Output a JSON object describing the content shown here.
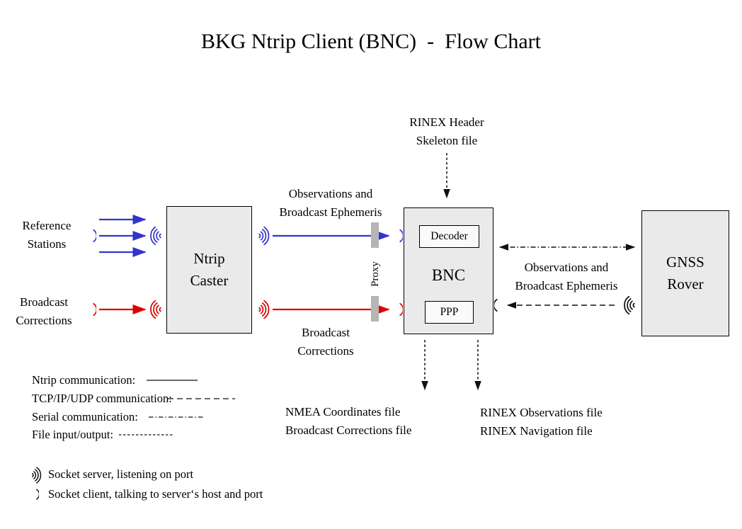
{
  "title": "BKG Ntrip Client (BNC)  -  Flow Chart",
  "boxes": {
    "ntrip_caster": {
      "lines": [
        "Ntrip",
        "Caster"
      ]
    },
    "bnc": {
      "label": "BNC",
      "decoder": "Decoder",
      "ppp": "PPP"
    },
    "gnss_rover": {
      "lines": [
        "GNSS",
        "Rover"
      ]
    }
  },
  "labels": {
    "reference_stations": [
      "Reference",
      "Stations"
    ],
    "broadcast_corrections_left": [
      "Broadcast",
      "Corrections"
    ],
    "observations_ephemeris_top": [
      "Observations and",
      "Broadcast Ephemeris"
    ],
    "broadcast_corrections_mid": [
      "Broadcast",
      "Corrections"
    ],
    "rinex_header_skeleton": [
      "RINEX Header",
      "Skeleton file"
    ],
    "observations_ephemeris_right": [
      "Observations and",
      "Broadcast Ephemeris"
    ],
    "proxy": "Proxy",
    "nmea_files": [
      "NMEA Coordinates file",
      "Broadcast Corrections file"
    ],
    "rinex_files": [
      "RINEX Observations file",
      "RINEX Navigation file"
    ]
  },
  "legend": {
    "line_types": [
      {
        "label": "Ntrip communication:",
        "style": "solid"
      },
      {
        "label": "TCP/IP/UDP communication:",
        "style": "long-dash"
      },
      {
        "label": "Serial communication:",
        "style": "dash-dot"
      },
      {
        "label": "File input/output:",
        "style": "short-dash"
      }
    ],
    "sockets": [
      {
        "icon": "socket-server-icon",
        "label": "Socket server, listening on port"
      },
      {
        "icon": "socket-client-icon",
        "label": "Socket client, talking to server‘s host and port"
      }
    ]
  },
  "colors": {
    "ntrip_blue": "#3333cc",
    "corrections_red": "#dd0000",
    "box_fill": "#eaeaea",
    "proxy_gray": "#b5b5b5"
  }
}
